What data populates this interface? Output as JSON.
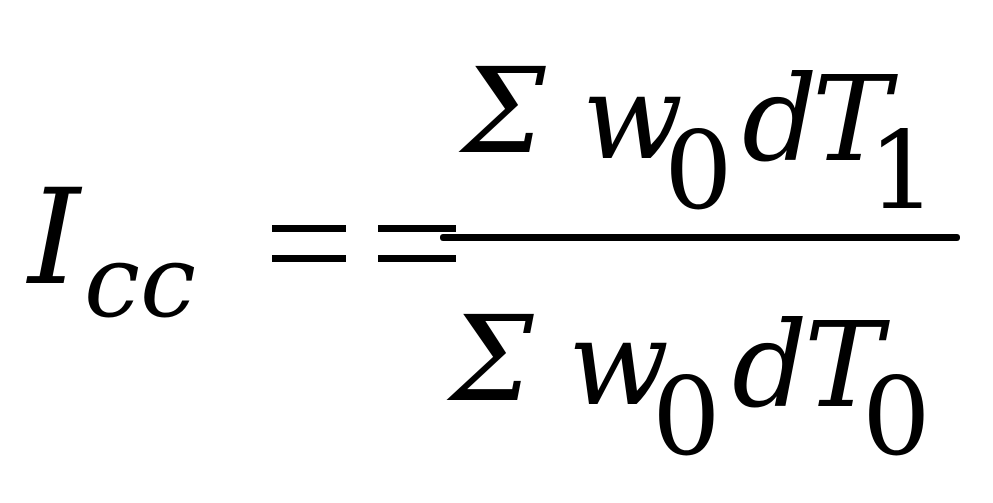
{
  "formula": {
    "lhs": {
      "base": "I",
      "subscript": "cc"
    },
    "numerator": {
      "sum": "Σ",
      "w": "w",
      "w_subscript": "0",
      "d": "d",
      "T": "T",
      "T_subscript": "1"
    },
    "denominator": {
      "sum": "Σ",
      "w": "w",
      "w_subscript": "0",
      "d": "d",
      "T": "T",
      "T_subscript": "0"
    }
  }
}
